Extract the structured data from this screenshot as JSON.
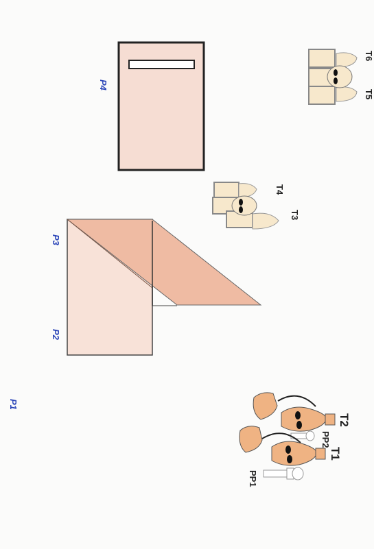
{
  "labels": {
    "p1": "P1",
    "p2": "P2",
    "p3": "P3",
    "p4": "P4",
    "t1": "T1",
    "t2": "T2",
    "t3": "T3",
    "t4": "T4",
    "t5": "T5",
    "t6": "T6",
    "pp1": "PP1",
    "pp2": "PP2"
  },
  "colors": {
    "background": "#fbfbfa",
    "label_blue": "#2b45b8",
    "panel_fill": "#f6ddd3",
    "panel_fill_dark": "#efbba3",
    "figure_orange": "#efb383",
    "figure_cream": "#f7e8cc",
    "outline": "#222222"
  }
}
